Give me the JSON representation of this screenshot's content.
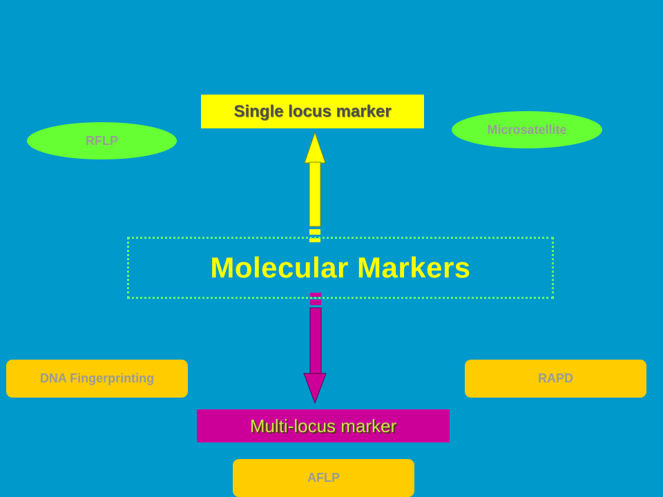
{
  "title": "Molecular Markers",
  "single_locus": "Single locus marker",
  "multi_locus": "Multi-locus marker",
  "markers": {
    "rflp": "RFLP",
    "microsatellite": "Microsatellite",
    "dna_fingerprinting": "DNA Fingerprinting",
    "rapd": "RAPD",
    "aflp": "AFLP"
  },
  "colors": {
    "background": "#0099cc",
    "title_text": "#ffff00",
    "single_box": "#ffff00",
    "multi_box": "#cc0099",
    "ellipse": "#66ff33",
    "pill": "#ffcc00",
    "dotted_border": "#66ff66"
  }
}
